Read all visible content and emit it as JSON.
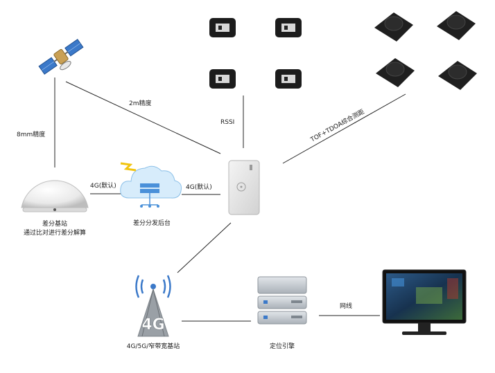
{
  "nodes": {
    "satellite": {},
    "base_station": {
      "title": "差分基站",
      "subtitle": "通过比对进行差分解算"
    },
    "cloud": {
      "label": "差分分发后台"
    },
    "tag": {},
    "tower": {
      "label": "4G/5G/窄带宽基站",
      "mark": "4G"
    },
    "server": {
      "label": "定位引擎"
    },
    "monitor": {}
  },
  "edges": {
    "satellite_base": "8mm精度",
    "satellite_tag": "2m精度",
    "base_cloud": "4G(默认)",
    "cloud_tag": "4G(默认)",
    "beacons_tag": "RSSI",
    "anchors_tag": "TOF+TDOA综合测距",
    "server_monitor": "网线"
  },
  "colors": {
    "line": "#222222",
    "device_body": "#1c1c1c",
    "tag_body": "#e6e6e6",
    "cloud": "#d7ecfb",
    "tower": "#9aa0a6",
    "server": "#c9ced4",
    "screen": "#1e3a5f"
  }
}
